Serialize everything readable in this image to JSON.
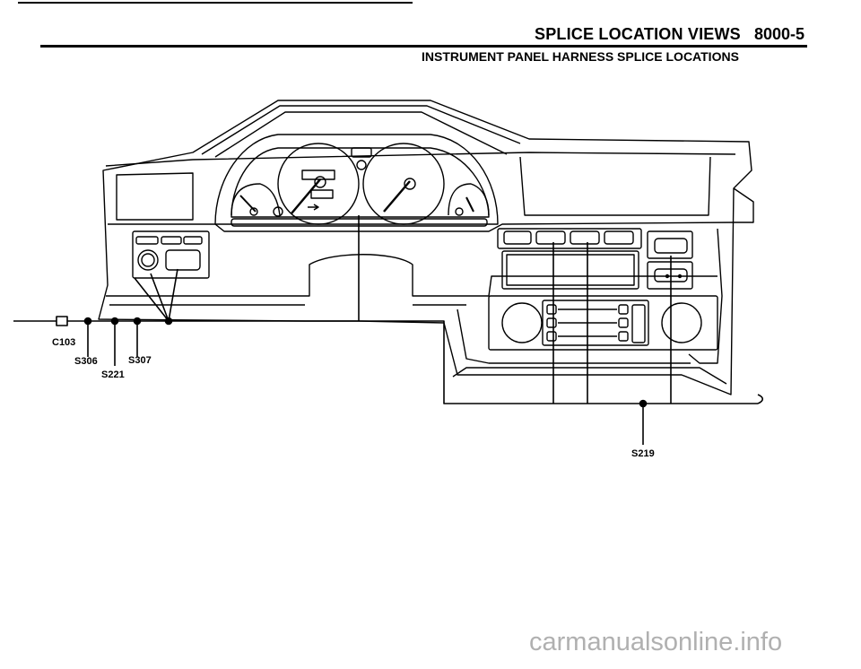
{
  "header": {
    "title": "SPLICE LOCATION VIEWS",
    "page_number": "8000-5",
    "subtitle": "INSTRUMENT PANEL HARNESS SPLICE LOCATIONS"
  },
  "labels": {
    "c103": "C103",
    "s306": "S306",
    "s307": "S307",
    "s221": "S221",
    "s219": "S219"
  },
  "watermark": "carmanualsonline.info"
}
